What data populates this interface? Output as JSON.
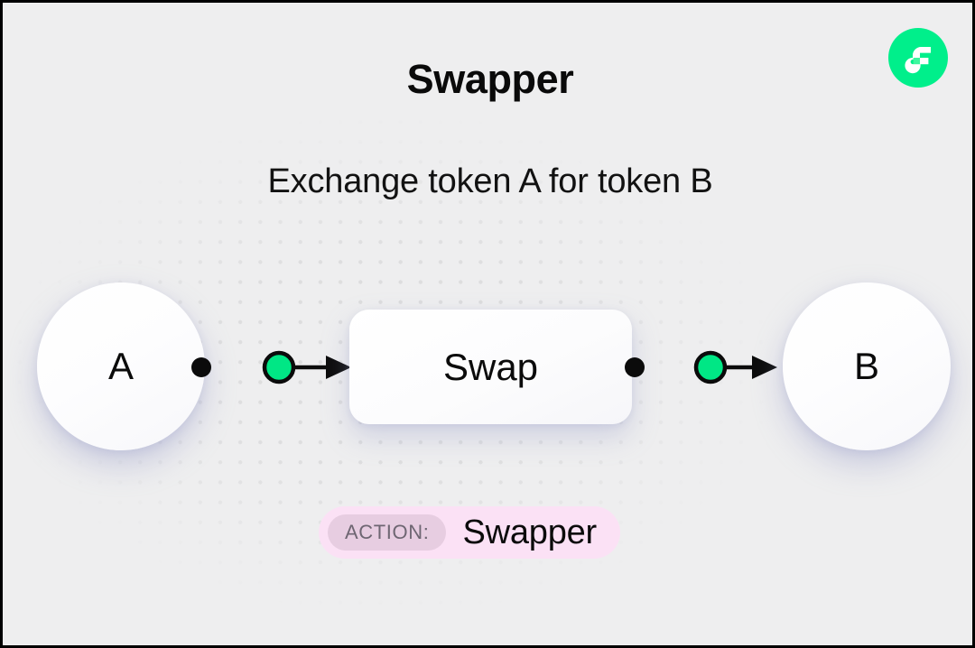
{
  "frame": {
    "background_color": "#eeeeef",
    "border_color": "#000000"
  },
  "logo": {
    "name": "flow-logo",
    "circle_color": "#00ef8b",
    "mark_color": "#ffffff",
    "accent_color": "#3ef79f"
  },
  "header": {
    "title": "Swapper",
    "subtitle": "Exchange token A for token B"
  },
  "diagram": {
    "nodes": [
      {
        "id": "a",
        "label": "A",
        "shape": "circle"
      },
      {
        "id": "swap",
        "label": "Swap",
        "shape": "rounded-rect"
      },
      {
        "id": "b",
        "label": "B",
        "shape": "circle"
      }
    ],
    "connectors": [
      {
        "id": "left",
        "from": "a",
        "to": "swap",
        "marker": "arrow",
        "handle_color": "#000000",
        "token_color": "#00e785",
        "line_color": "#0b0b0b"
      },
      {
        "id": "right",
        "from": "swap",
        "to": "b",
        "marker": "arrow",
        "handle_color": "#000000",
        "token_color": "#00e785",
        "line_color": "#0b0b0b"
      }
    ]
  },
  "action_badge": {
    "label": "ACTION:",
    "value": "Swapper",
    "background_color": "#fbe1f5",
    "label_pill_color": "#e7cde1",
    "label_text_color": "#6e6672",
    "value_text_color": "#0b0b0b"
  }
}
